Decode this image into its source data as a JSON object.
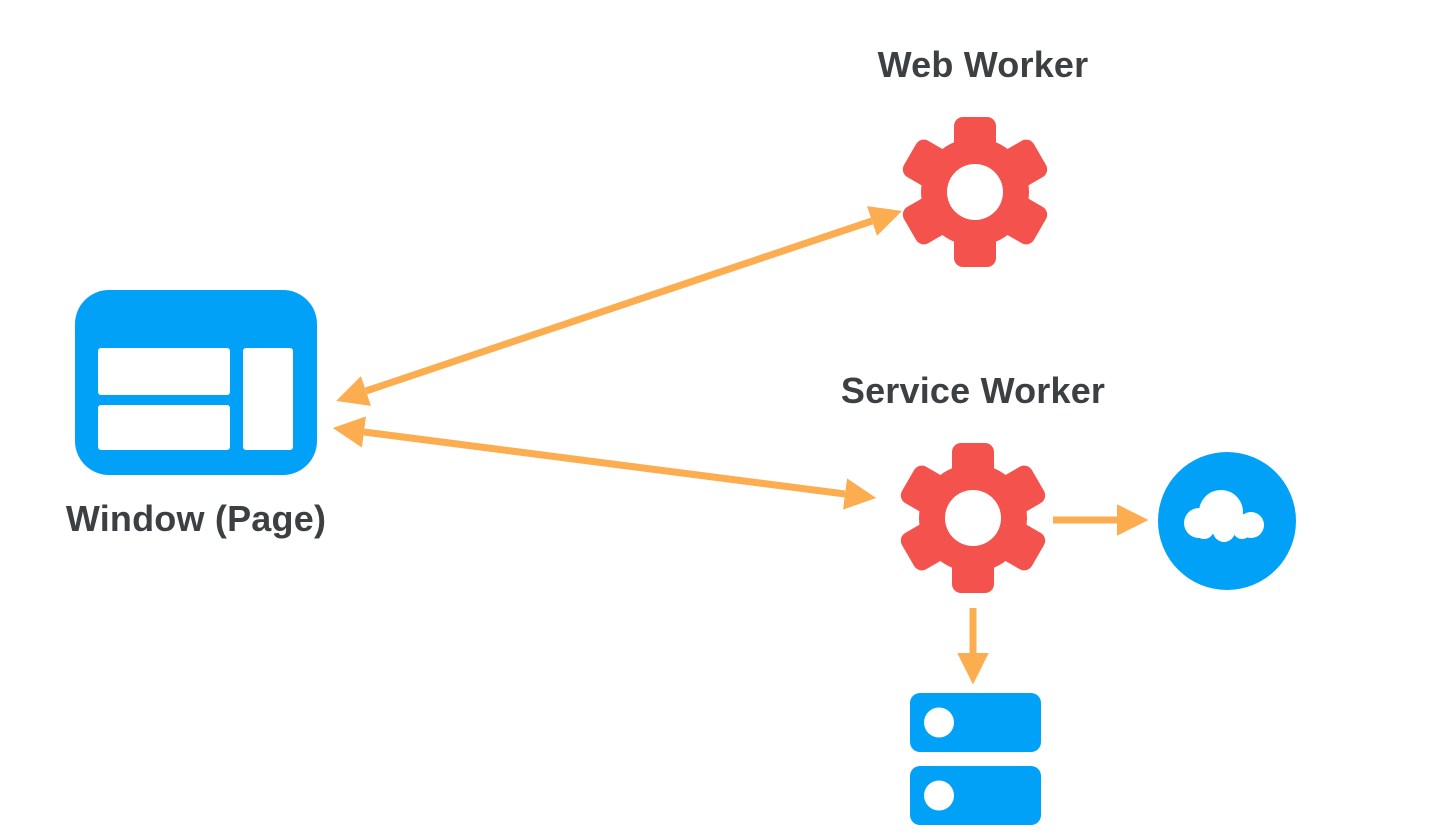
{
  "diagram": {
    "labels": {
      "web_worker": "Web Worker",
      "service_worker": "Service Worker",
      "window_page": "Window (Page)"
    },
    "nodes": [
      {
        "id": "window",
        "label": "Window (Page)",
        "icon": "browser-window-icon",
        "color": "#00A1F7"
      },
      {
        "id": "web-worker",
        "label": "Web Worker",
        "icon": "gear-icon",
        "color": "#F4524D"
      },
      {
        "id": "service-worker",
        "label": "Service Worker",
        "icon": "gear-icon",
        "color": "#F4524D"
      },
      {
        "id": "network",
        "label": "",
        "icon": "cloud-icon",
        "color": "#00A1F7"
      },
      {
        "id": "storage",
        "label": "",
        "icon": "database-icon",
        "color": "#00A1F7"
      }
    ],
    "edges": [
      {
        "from": "window",
        "to": "web-worker",
        "style": "bidirectional"
      },
      {
        "from": "window",
        "to": "service-worker",
        "style": "bidirectional"
      },
      {
        "from": "service-worker",
        "to": "network",
        "style": "unidirectional"
      },
      {
        "from": "service-worker",
        "to": "storage",
        "style": "unidirectional"
      }
    ],
    "colors": {
      "node_blue": "#00A1F7",
      "gear_red": "#F4524D",
      "arrow_orange": "#FBAD50",
      "label_text": "#3C4043",
      "background": "#FFFFFF"
    }
  }
}
